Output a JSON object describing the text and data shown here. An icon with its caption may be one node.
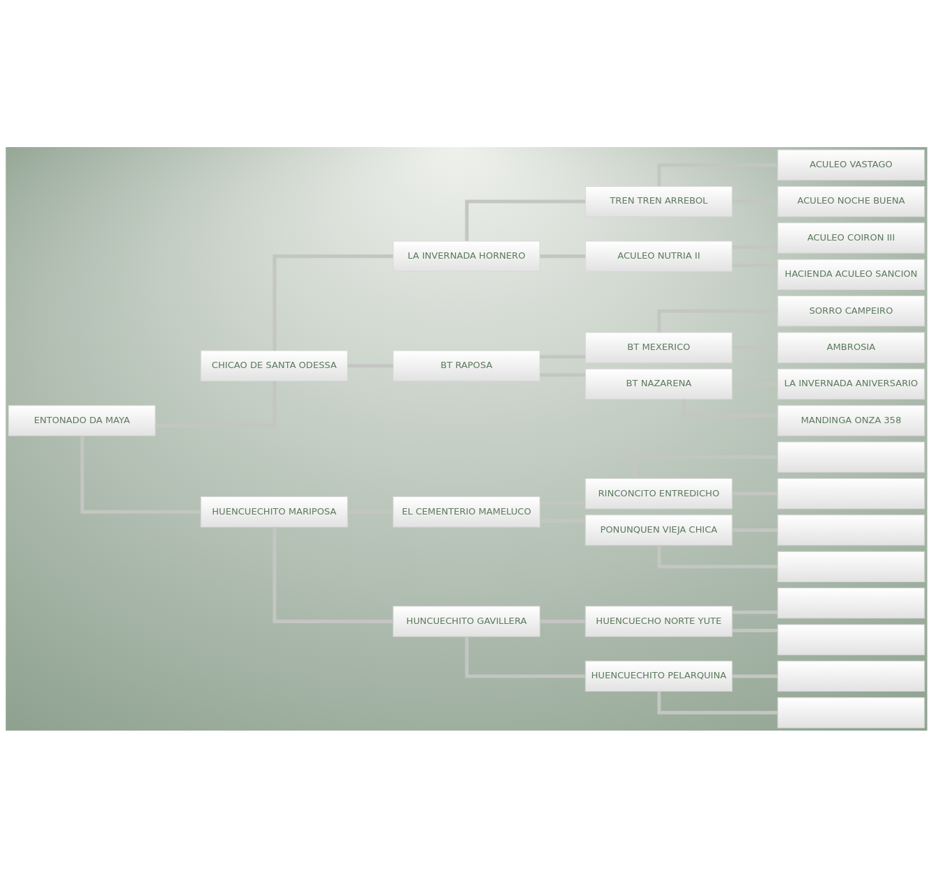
{
  "diagram": {
    "nodes": [
      {
        "text": [
          "ENTONADO DA MAYA"
        ]
      },
      {
        "text": [
          "CHICAO DE SANTA ODESSA"
        ]
      },
      {
        "text": [
          "LA INVERNADA HORNERO"
        ]
      },
      {
        "text": [
          "TREN TREN ARREBOL"
        ]
      },
      {
        "text": [
          "ACULEO VASTAGO"
        ]
      },
      {
        "text": [
          "ACULEO NOCHE BUENA"
        ]
      },
      {
        "text": [
          "ACULEO NUTRIA II"
        ]
      },
      {
        "text": [
          "ACULEO COIRON III"
        ]
      },
      {
        "text": [
          "HACIENDA ACULEO SANCION"
        ]
      },
      {
        "text": [
          "BT RAPOSA"
        ]
      },
      {
        "text": [
          "BT MEXERICO"
        ]
      },
      {
        "text": [
          "SORRO CAMPEIRO"
        ]
      },
      {
        "text": [
          "AMBROSIA"
        ]
      },
      {
        "text": [
          "BT NAZARENA"
        ]
      },
      {
        "text": [
          "LA INVERNADA ANIVERSARIO"
        ]
      },
      {
        "text": [
          "MANDINGA ONZA 358"
        ]
      },
      {
        "text": [
          "HUENCUECHITO MARIPOSA"
        ]
      },
      {
        "text": [
          "EL CEMENTERIO MAMELUCO"
        ]
      },
      {
        "text": [
          "RINCONCITO ENTREDICHO"
        ]
      },
      {
        "text": [],
        "shape": "box"
      },
      {
        "text": [],
        "shape": "box"
      },
      {
        "text": [
          "PONUNQUEN VIEJA CHICA"
        ]
      },
      {
        "text": [],
        "shape": "box"
      },
      {
        "text": [],
        "shape": "box"
      },
      {
        "text": [
          "HUNCUECHITO GAVILLERA"
        ]
      },
      {
        "text": [
          "HUENCUECHO NORTE YUTE"
        ]
      },
      {
        "text": [],
        "shape": "box"
      },
      {
        "text": [],
        "shape": "box"
      },
      {
        "text": [
          "HUENCUECHITO PELARQUINA"
        ]
      },
      {
        "text": [],
        "shape": "box"
      },
      {
        "text": [],
        "shape": "box"
      }
    ],
    "edges": [
      {
        "from": 0,
        "to": 1,
        "arrow": "none"
      },
      {
        "from": 1,
        "to": 2,
        "arrow": "none"
      },
      {
        "from": 2,
        "to": 3,
        "arrow": "none"
      },
      {
        "from": 3,
        "to": 4,
        "arrow": "none"
      },
      {
        "from": 3,
        "to": 5,
        "arrow": "none"
      },
      {
        "from": 2,
        "to": 6,
        "arrow": "none"
      },
      {
        "from": 6,
        "to": 7,
        "arrow": "none"
      },
      {
        "from": 6,
        "to": 8,
        "arrow": "none"
      },
      {
        "from": 1,
        "to": 9,
        "arrow": "none"
      },
      {
        "from": 9,
        "to": 10,
        "arrow": "none"
      },
      {
        "from": 10,
        "to": 11,
        "arrow": "none"
      },
      {
        "from": 10,
        "to": 12,
        "arrow": "none"
      },
      {
        "from": 9,
        "to": 13,
        "arrow": "none"
      },
      {
        "from": 13,
        "to": 14,
        "arrow": "none"
      },
      {
        "from": 13,
        "to": 15,
        "arrow": "none"
      },
      {
        "from": 0,
        "to": 16,
        "arrow": "none"
      },
      {
        "from": 16,
        "to": 17,
        "arrow": "none"
      },
      {
        "from": 17,
        "to": 18,
        "arrow": "none"
      },
      {
        "from": 18,
        "to": 19,
        "arrow": "none"
      },
      {
        "from": 18,
        "to": 20,
        "arrow": "none"
      },
      {
        "from": 17,
        "to": 21,
        "arrow": "none"
      },
      {
        "from": 21,
        "to": 22,
        "arrow": "none"
      },
      {
        "from": 21,
        "to": 23,
        "arrow": "none"
      },
      {
        "from": 16,
        "to": 24,
        "arrow": "none"
      },
      {
        "from": 24,
        "to": 25,
        "arrow": "none"
      },
      {
        "from": 25,
        "to": 26,
        "arrow": "none"
      },
      {
        "from": 25,
        "to": 27,
        "arrow": "none"
      },
      {
        "from": 24,
        "to": 28,
        "arrow": "none"
      },
      {
        "from": 28,
        "to": 29,
        "arrow": "none"
      },
      {
        "from": 28,
        "to": 30,
        "arrow": "none"
      }
    ]
  }
}
